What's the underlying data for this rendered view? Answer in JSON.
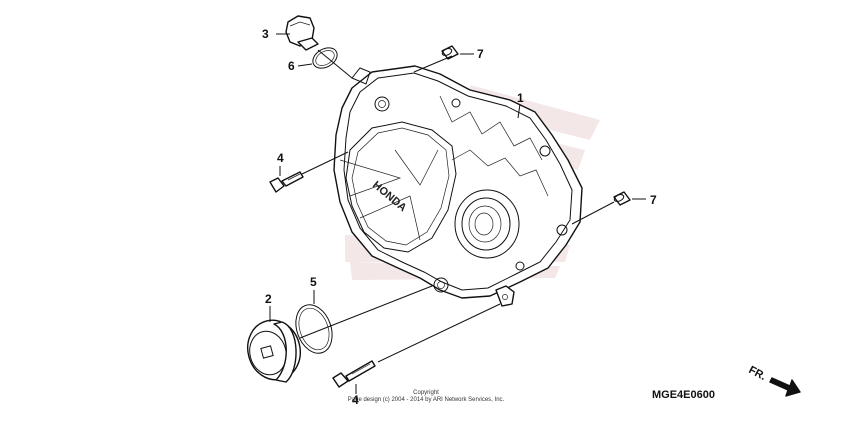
{
  "callouts": {
    "c1": "1",
    "c2": "2",
    "c3": "3",
    "c4a": "4",
    "c4b": "4",
    "c5": "5",
    "c6": "6",
    "c7a": "7",
    "c7b": "7"
  },
  "cover_emblem": "HONDA",
  "diagram_code": "MGE4E0600",
  "copyright": {
    "line1": "Copyright",
    "line2": "Page design (c) 2004 - 2014 by ARI Network Services, Inc."
  },
  "direction_label": "FR.",
  "watermark_color": "#e9d3d3"
}
